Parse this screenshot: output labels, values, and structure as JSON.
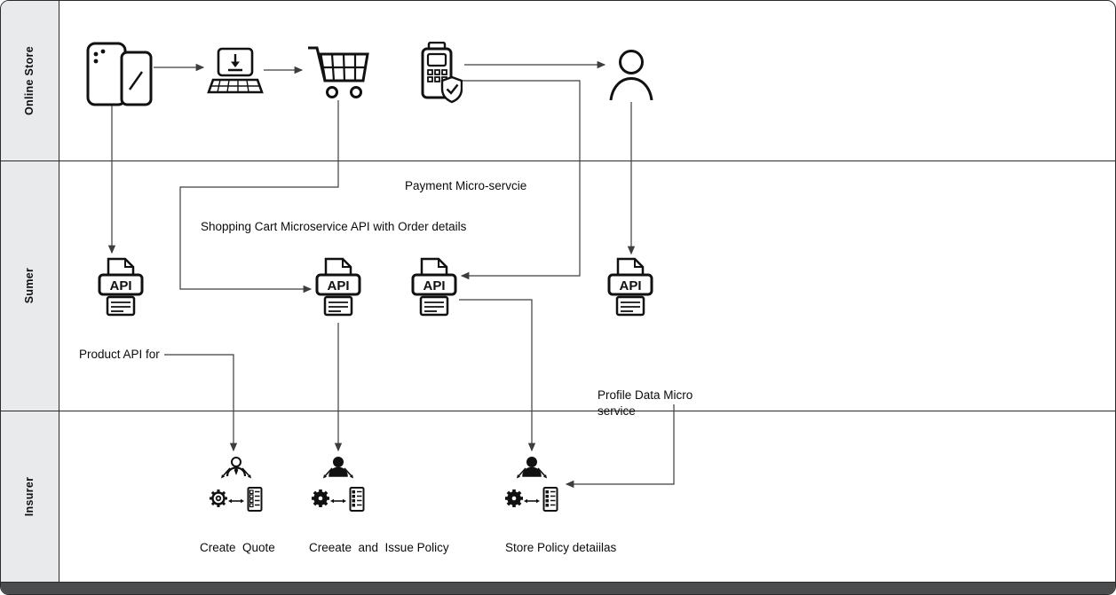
{
  "diagram": {
    "lanes": [
      {
        "label": "Online Store"
      },
      {
        "label": "Sumer"
      },
      {
        "label": "Insurer"
      }
    ],
    "api_label": "API",
    "annotations": {
      "payment_microservice": "Payment Micro-servcie",
      "shopping_cart_api": "Shopping Cart Microservice API with Order details",
      "product_api": "Product API for",
      "profile_data_line1": "Profile Data Micro",
      "profile_data_line2": "service"
    },
    "process_labels": {
      "create_quote": "Create  Quote",
      "create_and_issue_policy": "Creeate  and  Issue Policy",
      "store_policy_details": "Store Policy detaiilas"
    },
    "icon_names": [
      "mobile-phones-icon",
      "laptop-download-icon",
      "shopping-cart-icon",
      "payment-terminal-shield-icon",
      "customer-person-icon",
      "api-document-icon",
      "process-person-gear-doc-icon"
    ],
    "colors": {
      "lane_header_bg": "#e9eaec",
      "bottom_bar": "#4a4c4e",
      "connector": "#3d3d3d",
      "ink": "#111111"
    }
  }
}
